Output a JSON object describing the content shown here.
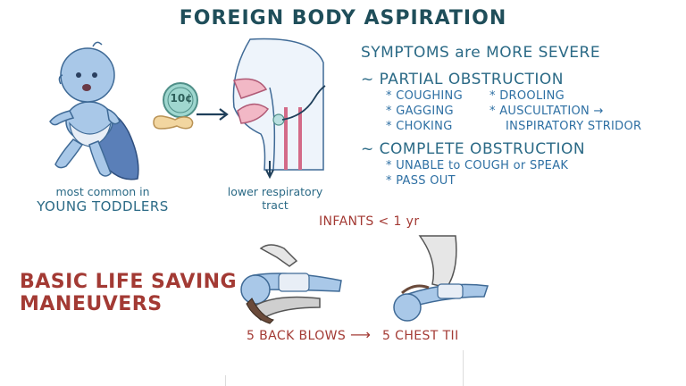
{
  "title": "FOREIGN BODY ASPIRATION",
  "toddler": {
    "caption_line1": "most common in",
    "caption_line2": "YOUNG TODDLERS"
  },
  "coin_label": "10¢",
  "airway": {
    "caption_line1": "lower respiratory",
    "caption_line2": "tract"
  },
  "symptoms": {
    "heading": "SYMPTOMS are MORE SEVERE",
    "partial": {
      "heading": "~ PARTIAL OBSTRUCTION",
      "items_left": [
        "* COUGHING",
        "* GAGGING",
        "* CHOKING"
      ],
      "items_right": [
        "* DROOLING",
        "* AUSCULTATION →"
      ],
      "items_right_cont": "INSPIRATORY STRIDOR"
    },
    "complete": {
      "heading": "~ COMPLETE OBSTRUCTION",
      "items": [
        "* UNABLE to COUGH or SPEAK",
        "* PASS OUT"
      ]
    }
  },
  "bls": {
    "line1": "BASIC LIFE SAVING",
    "line2": "MANEUVERS"
  },
  "infants_label": "INFANTS < 1 yr",
  "maneuvers": {
    "back_blows": "5 BACK BLOWS",
    "arrow": "⟶",
    "chest": "5 CHEST TII"
  },
  "colors": {
    "title": "#1f4e5a",
    "teal_text": "#2b6a86",
    "red_text": "#a33a34",
    "skin": "#a9c8e8"
  }
}
